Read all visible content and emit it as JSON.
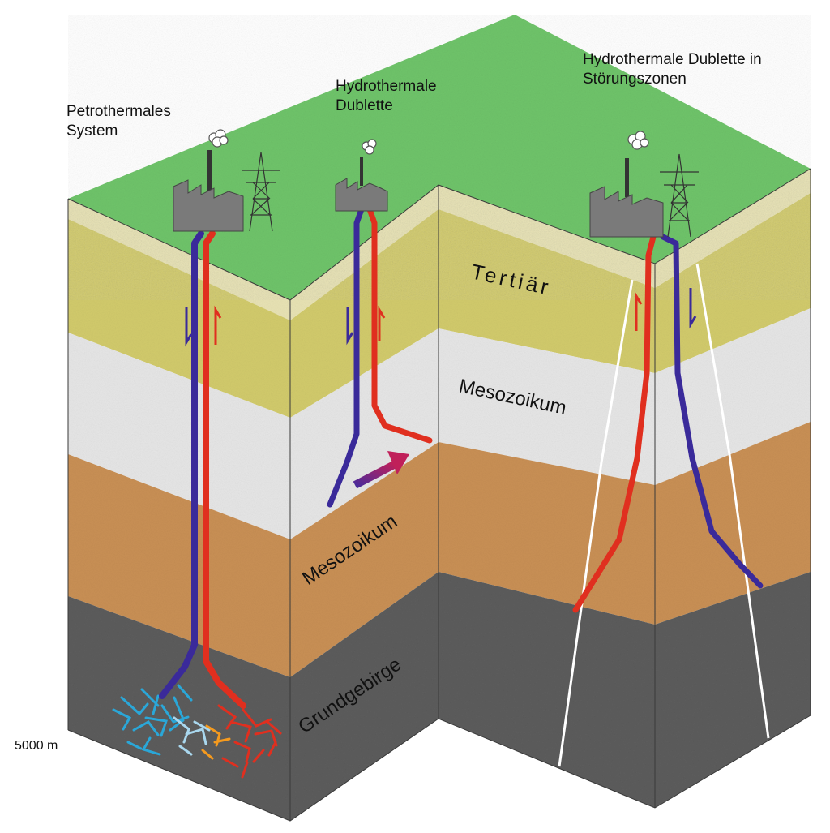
{
  "systems": {
    "petrothermal": {
      "line1": "Petrothermales",
      "line2": "System"
    },
    "hydrothermal": {
      "line1": "Hydrothermale",
      "line2": "Dublette"
    },
    "fault_zone": {
      "line1": "Hydrothermale Dublette in",
      "line2": "Störungszonen"
    }
  },
  "layers": {
    "tertiary": "Tertiär",
    "mesozoic_right": "Mesozoikum",
    "mesozoic_left": "Mesozoikum",
    "basement": "Grundgebirge"
  },
  "depth_label": "5000 m",
  "colors": {
    "surface": "#6fc46a",
    "quaternary": "#e8e3b4",
    "tertiary": "#d2cb6c",
    "mesozoic_white": "#e6e6e6",
    "mesozoic_brown": "#c99055",
    "basement": "#5c5c5c",
    "injection": "#3a2a9a",
    "production": "#e02f1f"
  }
}
